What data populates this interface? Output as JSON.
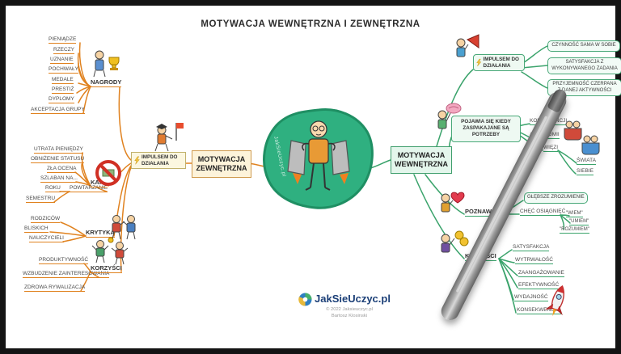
{
  "title": "MOTYWACJA WEWNĘTRZNA I ZEWNĘTRZNA",
  "watermark": "JakSieUczyc.pl",
  "colors": {
    "external_accent": "#e0821f",
    "internal_accent": "#3aa36b",
    "blob_green": "#2fb080"
  },
  "icons": {
    "impulse_left": "lightning-bolt-icon",
    "impulse_right": "lightning-bolt-icon",
    "kary": "prohibition-sign-icon",
    "logo": "jaksieuczyc-globe-icon"
  },
  "external": {
    "root": "MOTYWACJA ZEWNĘTRZNA",
    "impulse": "IMPULSEM DO DZIAŁANIA",
    "nagrody": {
      "label": "NAGRODY",
      "items": [
        "PIENIĄDZE",
        "RZECZY",
        "UZNANIE",
        "POCHWAŁY",
        "MEDALE",
        "PRESTIŻ",
        "DYPLOMY",
        "AKCEPTACJA GRUPY"
      ]
    },
    "kary": {
      "label": "KARY",
      "items": [
        "UTRATA PIENIĘDZY",
        "OBNIŻENIE STATUSU",
        "ZŁA OCENA",
        "SZLABAN NA...",
        "ROKU",
        "POWTARZANIE",
        "SEMESTRU"
      ]
    },
    "krytyka": {
      "label": "KRYTYKA",
      "items": [
        "RODZICÓW",
        "BLISKICH",
        "NAUCZYCIELI"
      ]
    },
    "korzysci": {
      "label": "KORZYŚCI",
      "items": [
        "PRODUKTYWNOŚĆ",
        "WZBUDZENIE ZAINTERESOWANIA",
        "ZDROWA RYWALIZACJA"
      ]
    }
  },
  "internal": {
    "root": "MOTYWACJA WEWNĘTRZNA",
    "impuls": {
      "label": "IMPULSEM DO DZIAŁANIA",
      "items": [
        "CZYNNOŚĆ SAMA W SOBIE",
        "SATYSFAKCJA Z WYKONYWANEGO ZADANIA",
        "PRZYJEMNOŚĆ CZERPANA Z DANEJ AKTYWNOŚCI"
      ]
    },
    "potrzeby": {
      "label": "POJAWIA SIĘ KIEDY ZASPAKAJANE SĄ POTRZEBY",
      "items": [
        "KOMPETENCJI",
        "AUTONOMII",
        "WIĘZI"
      ],
      "wiezi": [
        "ŚWIATA",
        "SIEBIE"
      ]
    },
    "poznawcza": {
      "label": "POZNAWCZA",
      "items": [
        "GŁĘBSZE ZROZUMIENIE",
        "CHĘĆ OSIĄGNIĘĆ",
        "\"WIEM\"",
        "\"UMIEM\"",
        "\"ROZUMIEM\""
      ]
    },
    "korzysci": {
      "label": "KORZYŚCI",
      "items": [
        "SATYSFAKCJA",
        "WYTRWAŁOŚĆ",
        "ZAANGAŻOWANIE",
        "EFEKTYWNOŚĆ",
        "WYDAJNOŚĆ",
        "KONSEKWENCJA"
      ]
    }
  },
  "footer": {
    "brand": "JakSieUczyc.pl",
    "copyright": "© 2022 Jaksieuczyc.pl",
    "author": "Bartosz Klosinski"
  }
}
